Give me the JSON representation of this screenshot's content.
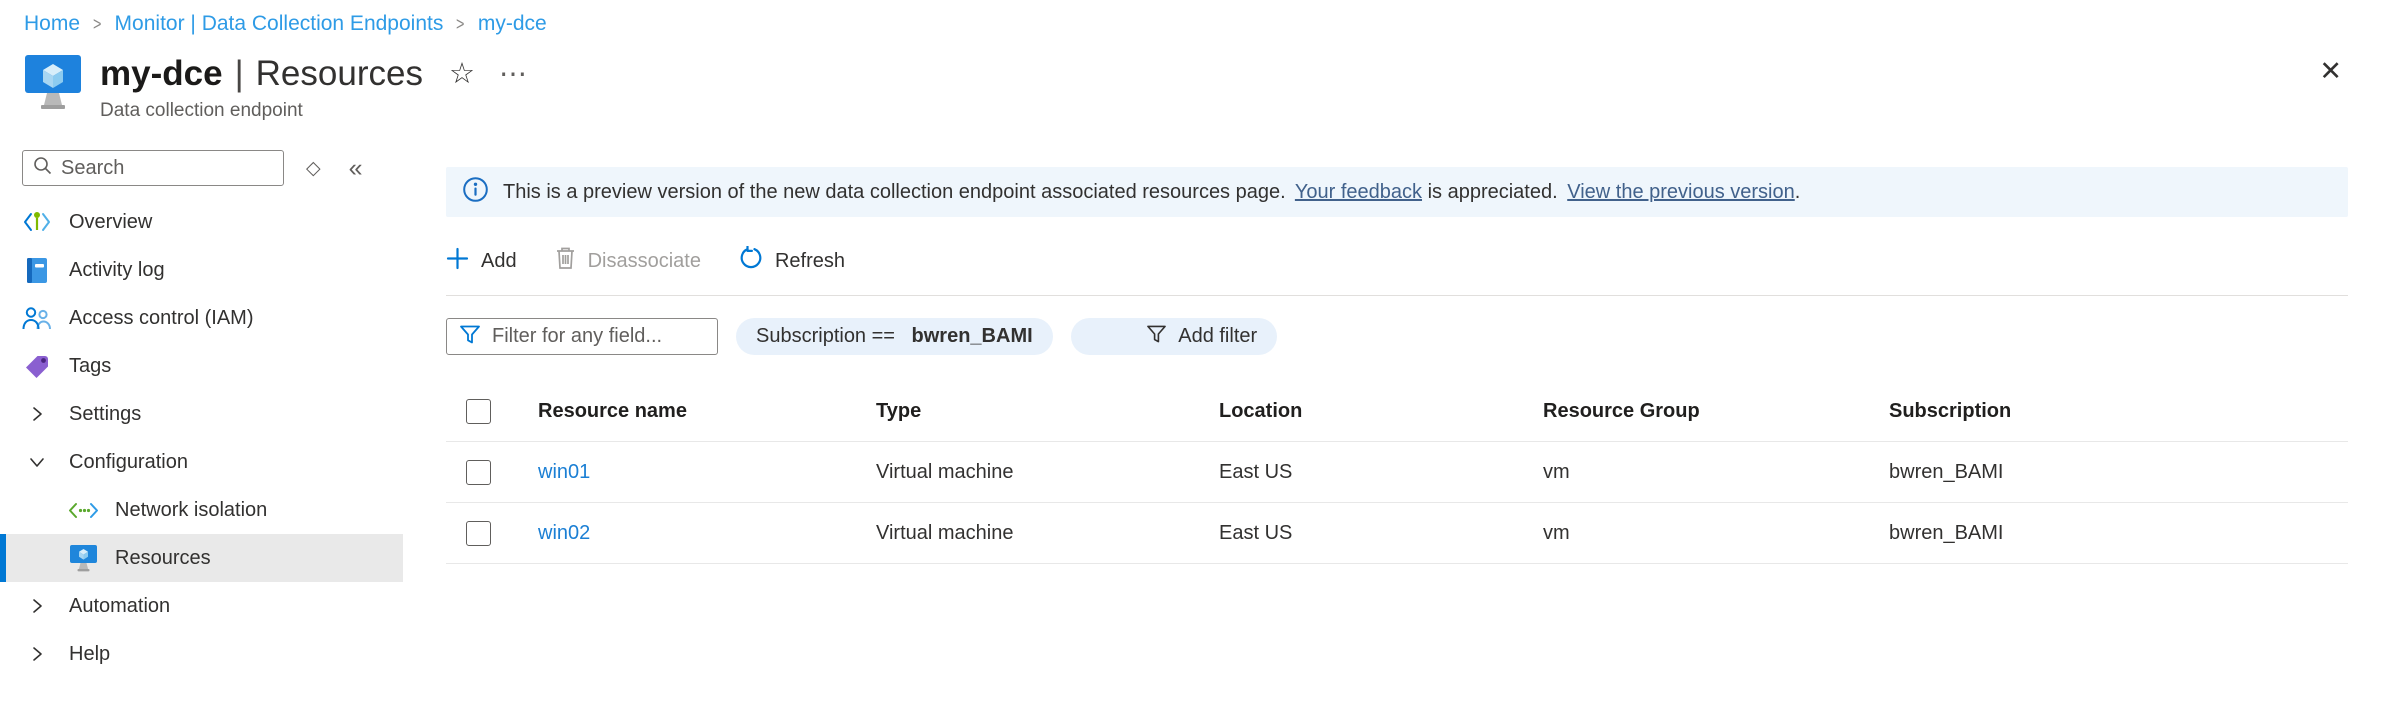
{
  "breadcrumb": {
    "items": [
      "Home",
      "Monitor | Data Collection Endpoints",
      "my-dce"
    ]
  },
  "header": {
    "title_primary": "my-dce",
    "title_separator": "|",
    "title_secondary": "Resources",
    "subtitle": "Data collection endpoint",
    "star": "☆",
    "more": "⋯",
    "close": "✕"
  },
  "sidebar": {
    "search_placeholder": "Search",
    "diamond_glyph": "◇",
    "collapse_glyph": "«",
    "items": [
      {
        "label": "Overview"
      },
      {
        "label": "Activity log"
      },
      {
        "label": "Access control (IAM)"
      },
      {
        "label": "Tags"
      },
      {
        "label": "Settings"
      },
      {
        "label": "Configuration"
      },
      {
        "label": "Network isolation"
      },
      {
        "label": "Resources"
      },
      {
        "label": "Automation"
      },
      {
        "label": "Help"
      }
    ]
  },
  "banner": {
    "text": "This is a preview version of the new data collection endpoint associated resources page.",
    "link_feedback": "Your feedback",
    "text_appreciated": "is appreciated.",
    "link_previous": "View the previous version",
    "period": "."
  },
  "toolbar": {
    "add_label": "Add",
    "disassociate_label": "Disassociate",
    "refresh_label": "Refresh"
  },
  "filters": {
    "placeholder": "Filter for any field...",
    "pill_key": "Subscription == ",
    "pill_value": "bwren_BAMI",
    "add_filter_label": "Add filter"
  },
  "table": {
    "columns": [
      "Resource name",
      "Type",
      "Location",
      "Resource Group",
      "Subscription"
    ],
    "rows": [
      {
        "name": "win01",
        "type": "Virtual machine",
        "location": "East US",
        "resource_group": "vm",
        "subscription": "bwren_BAMI"
      },
      {
        "name": "win02",
        "type": "Virtual machine",
        "location": "East US",
        "resource_group": "vm",
        "subscription": "bwren_BAMI"
      }
    ]
  },
  "colors": {
    "accent": "#0078d4",
    "breadcrumb_link": "#2e9be6",
    "row_link": "#1b7fd4",
    "banner_bg": "#eff6fc",
    "pill_bg": "#e8f1fb",
    "selected_item_bg": "#e9e9e9",
    "selected_item_bar": "#0078d4",
    "disabled_text": "#a19f9d"
  }
}
